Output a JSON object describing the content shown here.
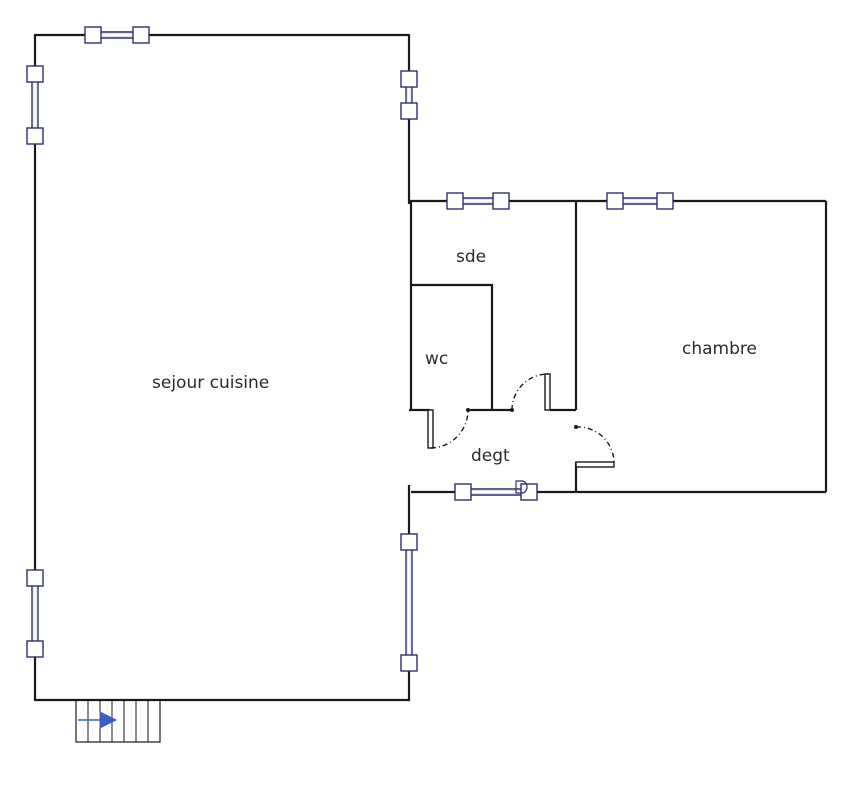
{
  "plan": {
    "rooms": [
      {
        "key": "sejour",
        "label": "sejour cuisine"
      },
      {
        "key": "sde",
        "label": "sde"
      },
      {
        "key": "wc",
        "label": "wc"
      },
      {
        "key": "degt",
        "label": "degt"
      },
      {
        "key": "chambre",
        "label": "chambre"
      }
    ],
    "colors": {
      "wall": "#1a1a1a",
      "window": "#2c2f6e",
      "stair_arrow": "#3a5fc4",
      "background": "#ffffff"
    }
  }
}
